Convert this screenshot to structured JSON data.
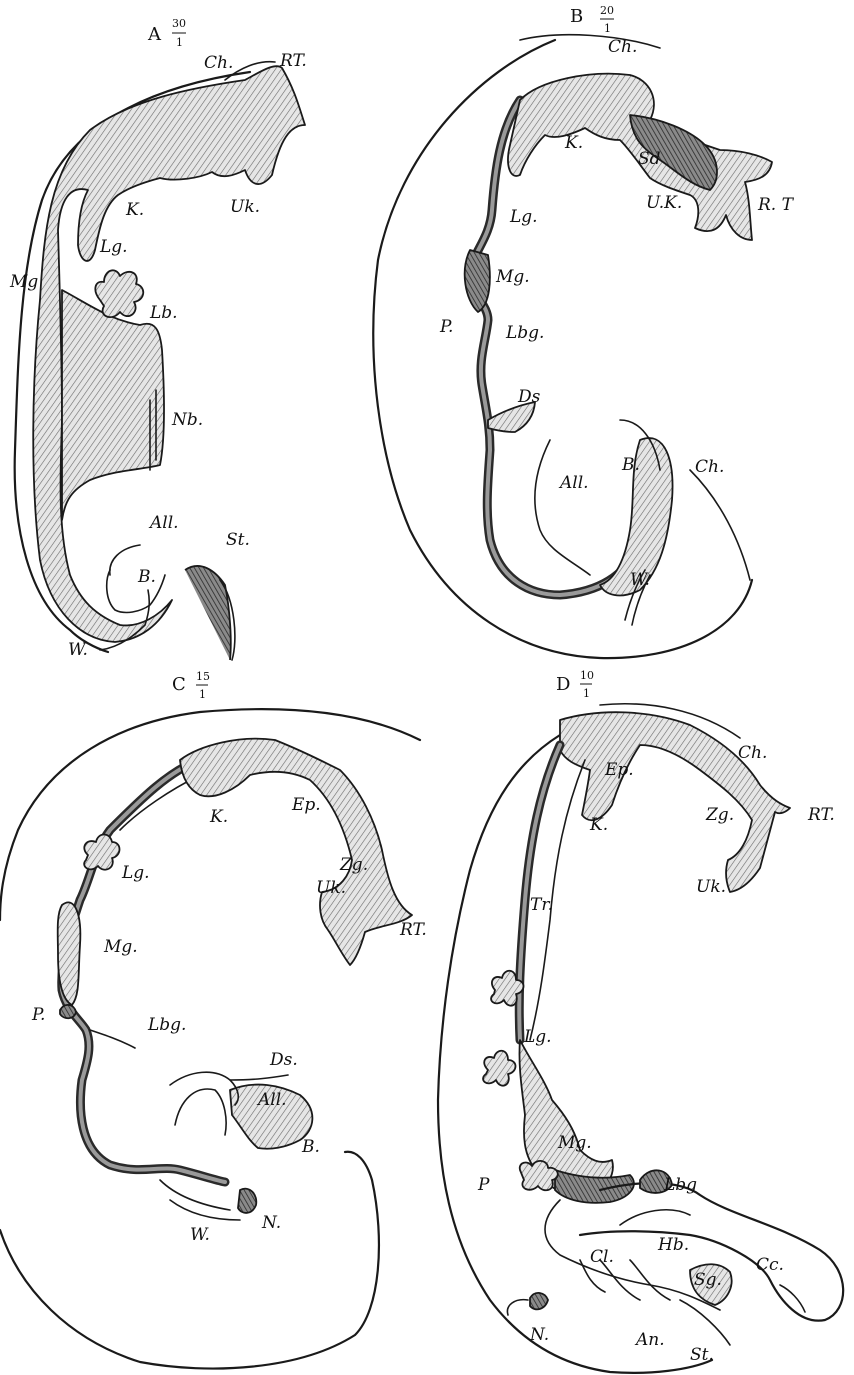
{
  "panels": [
    {
      "letter": "A",
      "mag_num": "30",
      "mag_den": "1",
      "labels": [
        "Ch.",
        "RT.",
        "K.",
        "Uk.",
        "Lg.",
        "Mg",
        "Lb.",
        "Nb.",
        "All.",
        "St.",
        "B.",
        "W."
      ]
    },
    {
      "letter": "B",
      "mag_num": "20",
      "mag_den": "1",
      "labels": [
        "Ch.",
        "K.",
        "Sd",
        "U.K.",
        "R. T",
        "Lg.",
        "Mg.",
        "P.",
        "Lbg.",
        "Ds",
        "All.",
        "B.",
        "Ch.",
        "W."
      ]
    },
    {
      "letter": "C",
      "mag_num": "15",
      "mag_den": "1",
      "labels": [
        "K.",
        "Ep.",
        "Zg.",
        "Uk.",
        "RT.",
        "Lg.",
        "Mg.",
        "P.",
        "Lbg.",
        "Ds.",
        "All.",
        "B.",
        "W.",
        "N."
      ]
    },
    {
      "letter": "D",
      "mag_num": "10",
      "mag_den": "1",
      "labels": [
        "Ch.",
        "Ep.",
        "Zg.",
        "RT.",
        "K.",
        "Uk.",
        "Tr.",
        "Lg.",
        "Mg.",
        "P",
        "Lbg",
        "Cl.",
        "Hb.",
        "Sg.",
        "Cc.",
        "N.",
        "An.",
        "St."
      ]
    }
  ]
}
